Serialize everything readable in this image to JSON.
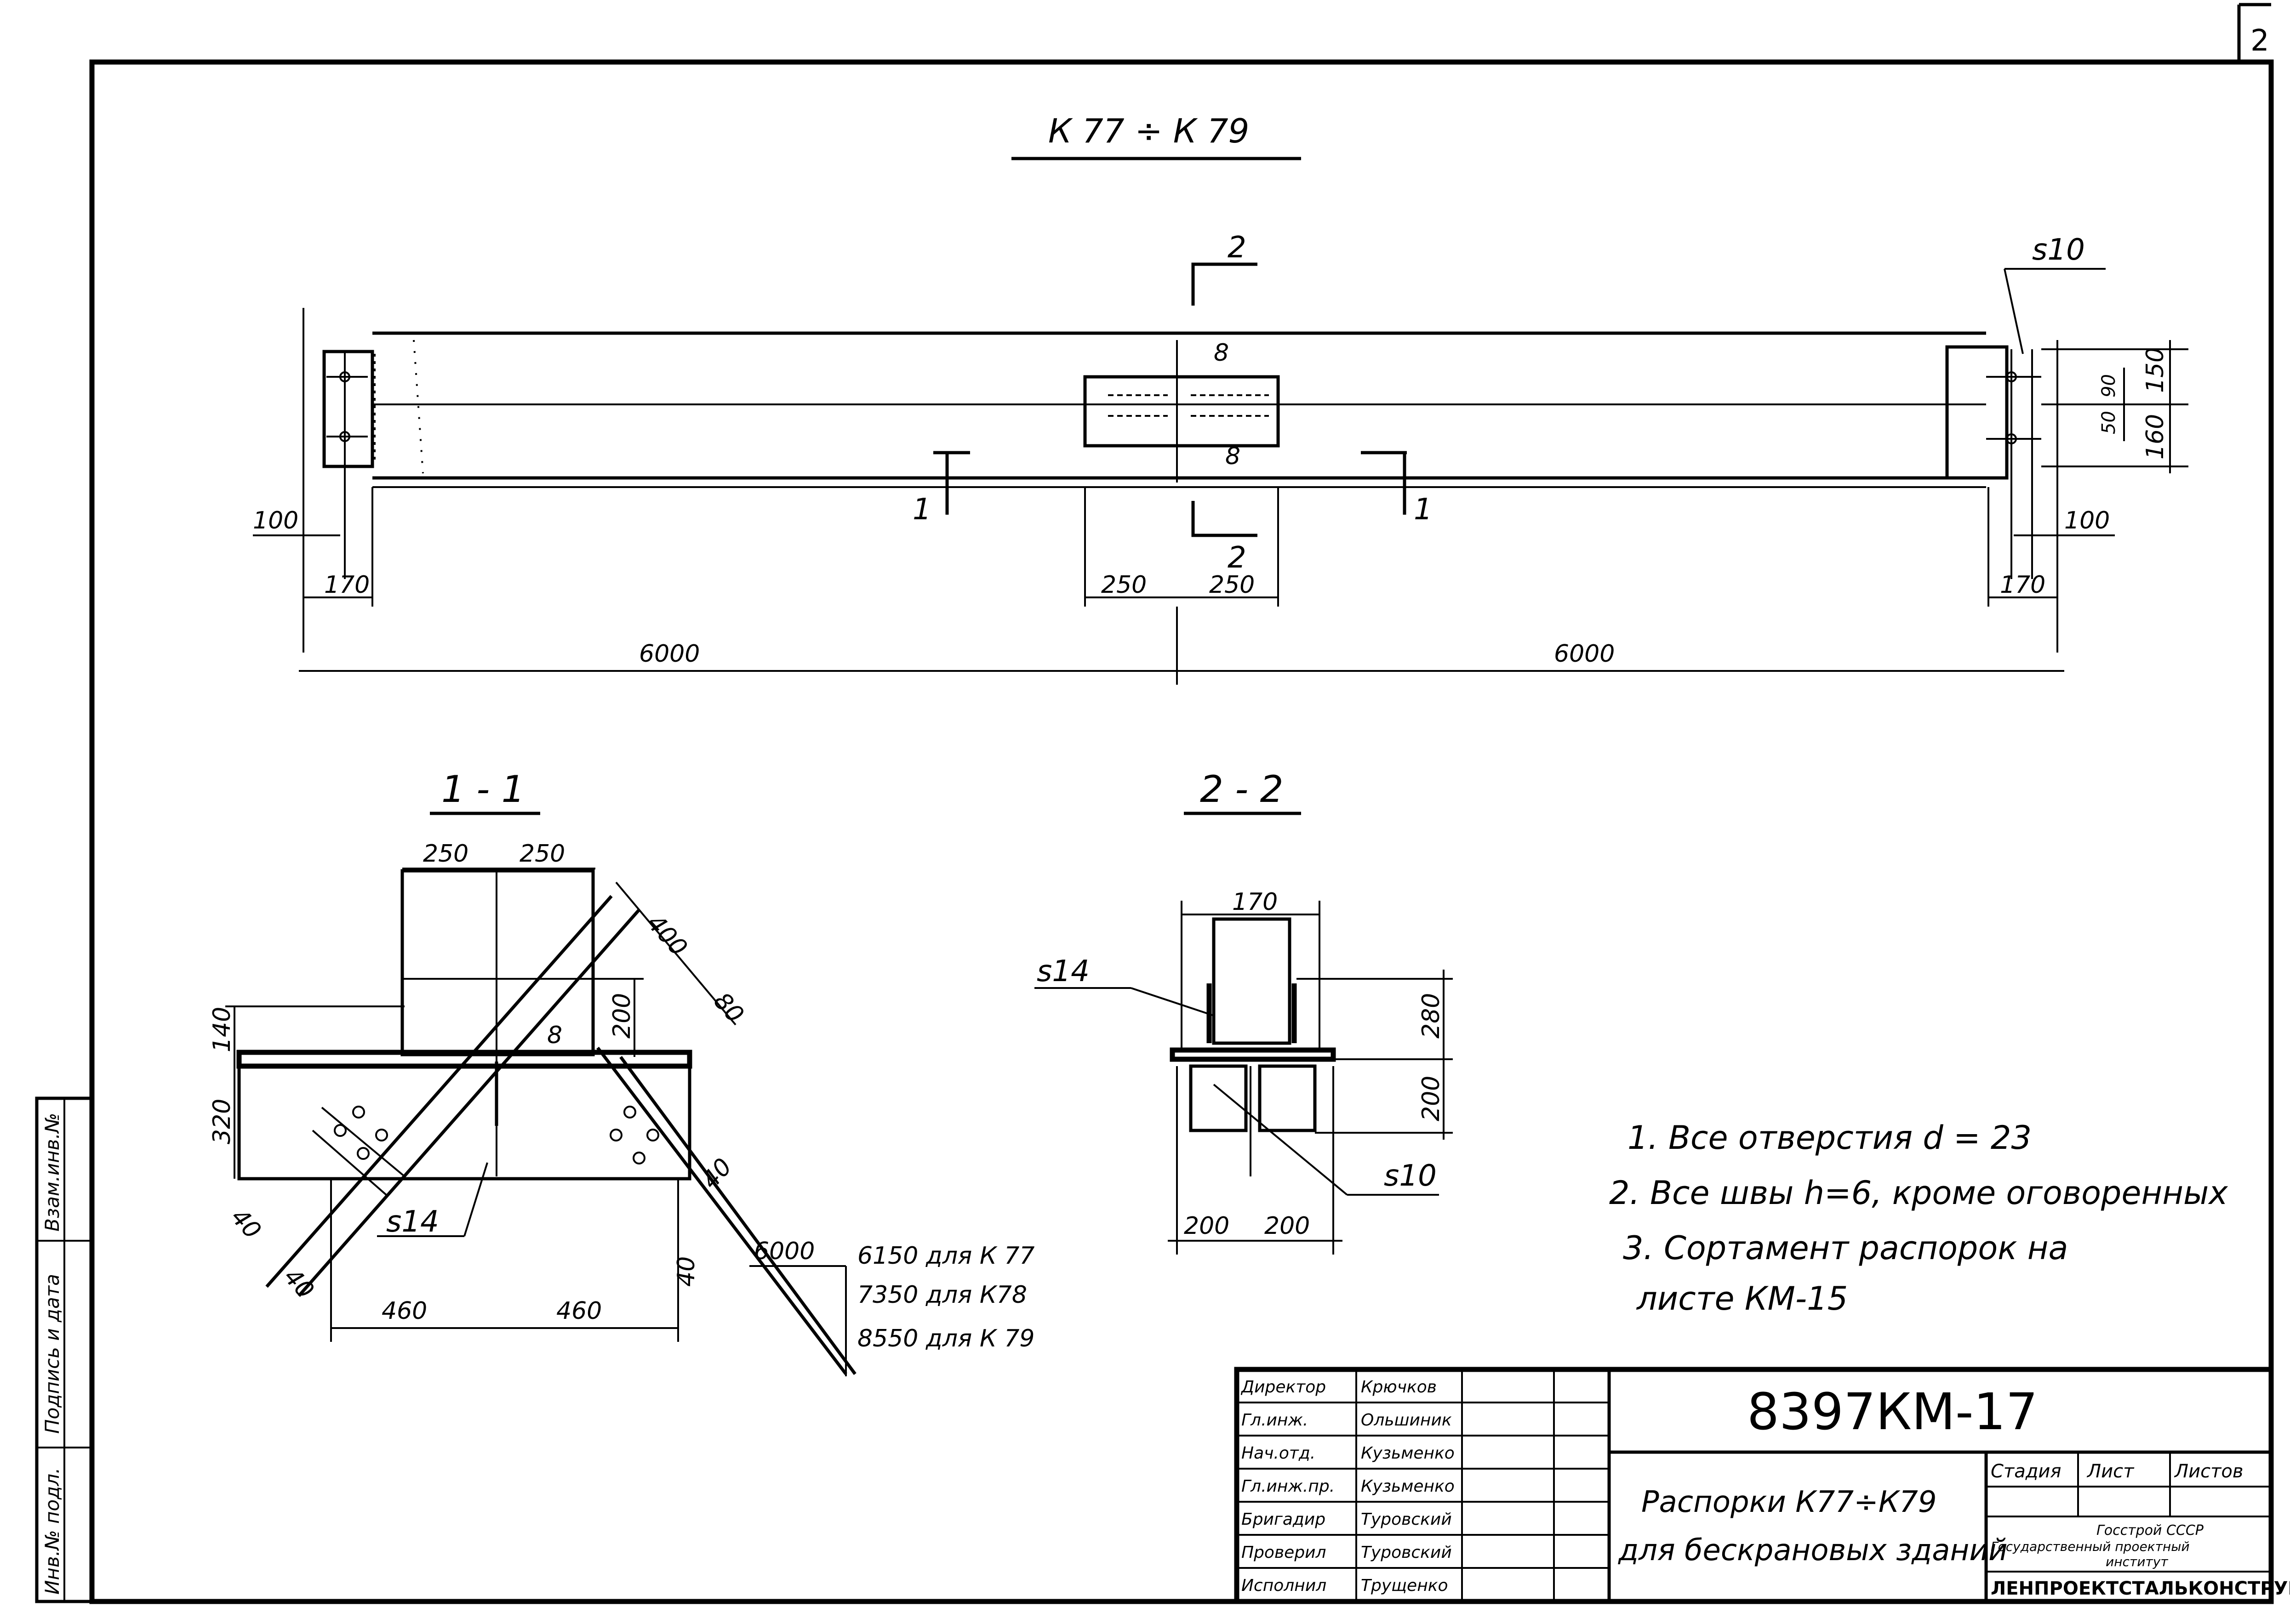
{
  "sheet_number": "2",
  "title": "К 77 ÷ К 79",
  "elevation": {
    "section_2_mark": "2",
    "section_1_mark": "1",
    "plate_label": "s10",
    "weld_mark": "8",
    "dims": {
      "left_100": "100",
      "left_170": "170",
      "right_100": "100",
      "right_170": "170",
      "center_250_left": "250",
      "center_250_right": "250",
      "span_left": "6000",
      "span_right": "6000",
      "right_150": "150",
      "right_160": "160",
      "right_90a": "90",
      "right_90b": "50"
    }
  },
  "section_1_1": {
    "title": "1 - 1",
    "dims": {
      "top_250a": "250",
      "top_250b": "250",
      "diag_400": "400",
      "diag_80": "80",
      "v_140": "140",
      "v_200": "200",
      "v_320": "320",
      "d_40a": "40",
      "d_40b": "40",
      "d_40c": "40",
      "d_40d": "40",
      "b_460a": "460",
      "b_460b": "460",
      "weld": "8"
    },
    "plate_label": "s14",
    "lengths": {
      "base": "6000",
      "k77": "6150 для К 77",
      "k78": "7350 для К78",
      "k79": "8550 для К 79"
    }
  },
  "section_2_2": {
    "title": "2 - 2",
    "dims": {
      "top_170": "170",
      "v_280": "280",
      "v_200": "200",
      "b_200a": "200",
      "b_200b": "200"
    },
    "plate_s14": "s14",
    "plate_s10": "s10"
  },
  "notes": [
    "1. Все отверстия d = 23",
    "2. Все швы h=6, кроме оговоренных",
    "3. Сортамент распорок на",
    "листе КМ-15"
  ],
  "title_block": {
    "code": "8397КМ-17",
    "name_line1": "Распорки К77÷К79",
    "name_line2": "для бескрановых зданий",
    "header_stage": "Стадия",
    "header_sheet": "Лист",
    "header_sheets": "Листов",
    "org_line1": "Госстрой СССР",
    "org_line2": "Государственный проектный",
    "org_line3": "институт",
    "org_name": "ЛЕНПРОЕКТСТАЛЬКОНСТРУКЦИЯ",
    "rows": [
      {
        "role": "Директор",
        "name": "Крючков"
      },
      {
        "role": "Гл.инж.",
        "name": "Ольшиник"
      },
      {
        "role": "Нач.отд.",
        "name": "Кузьменко"
      },
      {
        "role": "Гл.инж.пр.",
        "name": "Кузьменко"
      },
      {
        "role": "Бригадир",
        "name": "Туровский"
      },
      {
        "role": "Проверил",
        "name": "Туровский"
      },
      {
        "role": "Исполнил",
        "name": "Трущенко"
      }
    ]
  },
  "side_stamp": {
    "col1": "Инв.№ подл.",
    "col2": "Подпись и дата",
    "col3": "Взам.инв.№"
  }
}
